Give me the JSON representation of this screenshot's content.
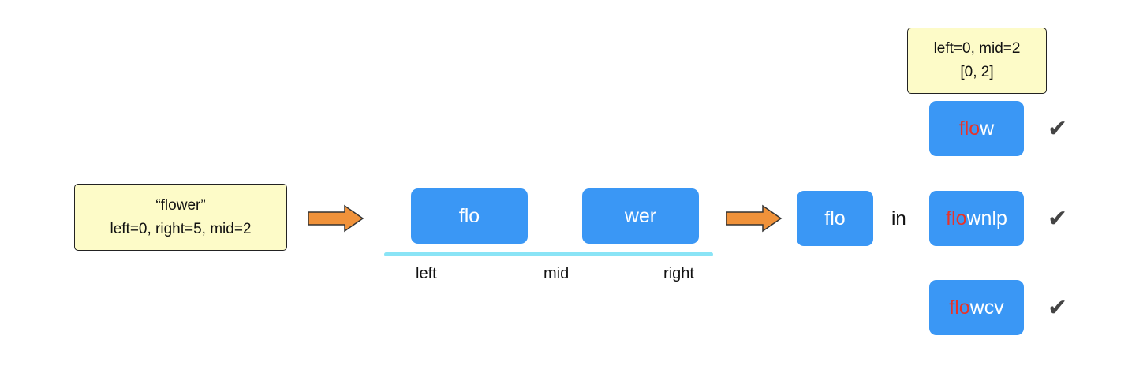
{
  "input_note": {
    "line1": "“flower”",
    "line2": "left=0, right=5, mid=2"
  },
  "split": {
    "left_half": "flo",
    "right_half": "wer"
  },
  "axis": {
    "left_label": "left",
    "mid_label": "mid",
    "right_label": "right"
  },
  "query": {
    "prefix": "flo",
    "in_label": "in"
  },
  "result_note": {
    "line1": "left=0, mid=2",
    "line2": "[0, 2]"
  },
  "candidates": [
    {
      "match": "flo",
      "rest": "w",
      "check": "✔"
    },
    {
      "match": "flo",
      "rest": "wnlp",
      "check": "✔"
    },
    {
      "match": "flo",
      "rest": "wcv",
      "check": "✔"
    }
  ],
  "colors": {
    "tile": "#3a97f5",
    "note_fill": "#fdfbc8",
    "arrow": "#f0923a",
    "match_text": "#e8332a",
    "axis_bar": "#8ae4f6"
  }
}
